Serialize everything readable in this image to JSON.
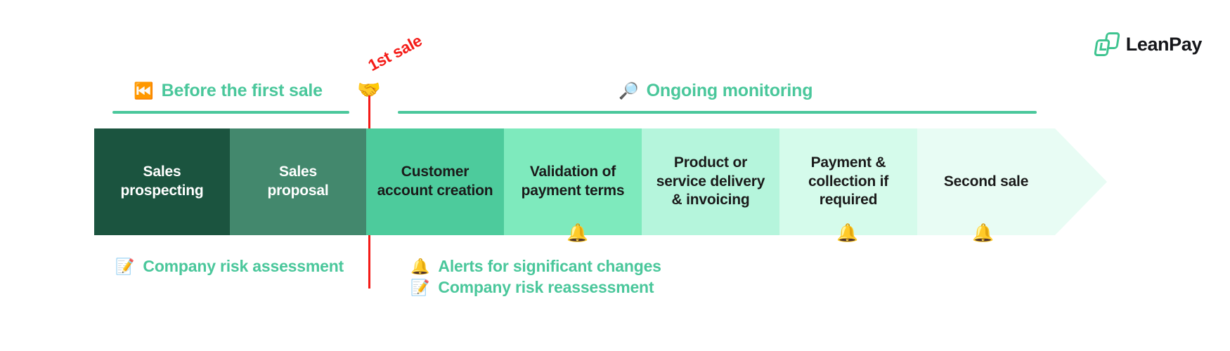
{
  "brand": {
    "name": "LeanPay",
    "mark_icon": "leanpay-logo-icon",
    "color": "#3fc490"
  },
  "phases": [
    {
      "id": "before-first-sale",
      "icon": "⏮️",
      "icon_name": "rewind-icon",
      "label": "Before the first sale"
    },
    {
      "id": "ongoing-monitoring",
      "icon": "🔎",
      "icon_name": "magnifying-glass-icon",
      "label": "Ongoing monitoring"
    }
  ],
  "milestone": {
    "label": "1st sale",
    "icon": "🤝",
    "icon_name": "handshake-icon",
    "color": "#f41b17"
  },
  "pipeline": {
    "steps": [
      {
        "label": "Sales\nprospecting",
        "bg": "#1b543f",
        "fg": "#ffffff"
      },
      {
        "label": "Sales\nproposal",
        "bg": "#43886d",
        "fg": "#ffffff"
      },
      {
        "label": "Customer\naccount creation",
        "bg": "#4dcb9c",
        "fg": "#1a1a1a"
      },
      {
        "label": "Validation of\npayment terms",
        "bg": "#7eeabd",
        "fg": "#1a1a1a"
      },
      {
        "label": "Product or\nservice delivery\n& invoicing",
        "bg": "#b5f5dc",
        "fg": "#1a1a1a"
      },
      {
        "label": "Payment &\ncollection if\nrequired",
        "bg": "#d5fbeb",
        "fg": "#1a1a1a"
      },
      {
        "label": "Second sale",
        "bg": "#e8fcf4",
        "fg": "#1a1a1a"
      }
    ],
    "bell_icon": "🔔",
    "bell_icon_name": "bell-icon"
  },
  "notes": [
    {
      "id": "company-risk-assessment",
      "icon": "📝",
      "icon_name": "memo-icon",
      "text": "Company risk assessment"
    },
    {
      "id": "alerts-for-significant-changes",
      "icon": "🔔",
      "icon_name": "bell-icon",
      "text": "Alerts for significant changes"
    },
    {
      "id": "company-risk-reassessment",
      "icon": "📝",
      "icon_name": "memo-icon",
      "text": "Company risk reassessment"
    }
  ]
}
